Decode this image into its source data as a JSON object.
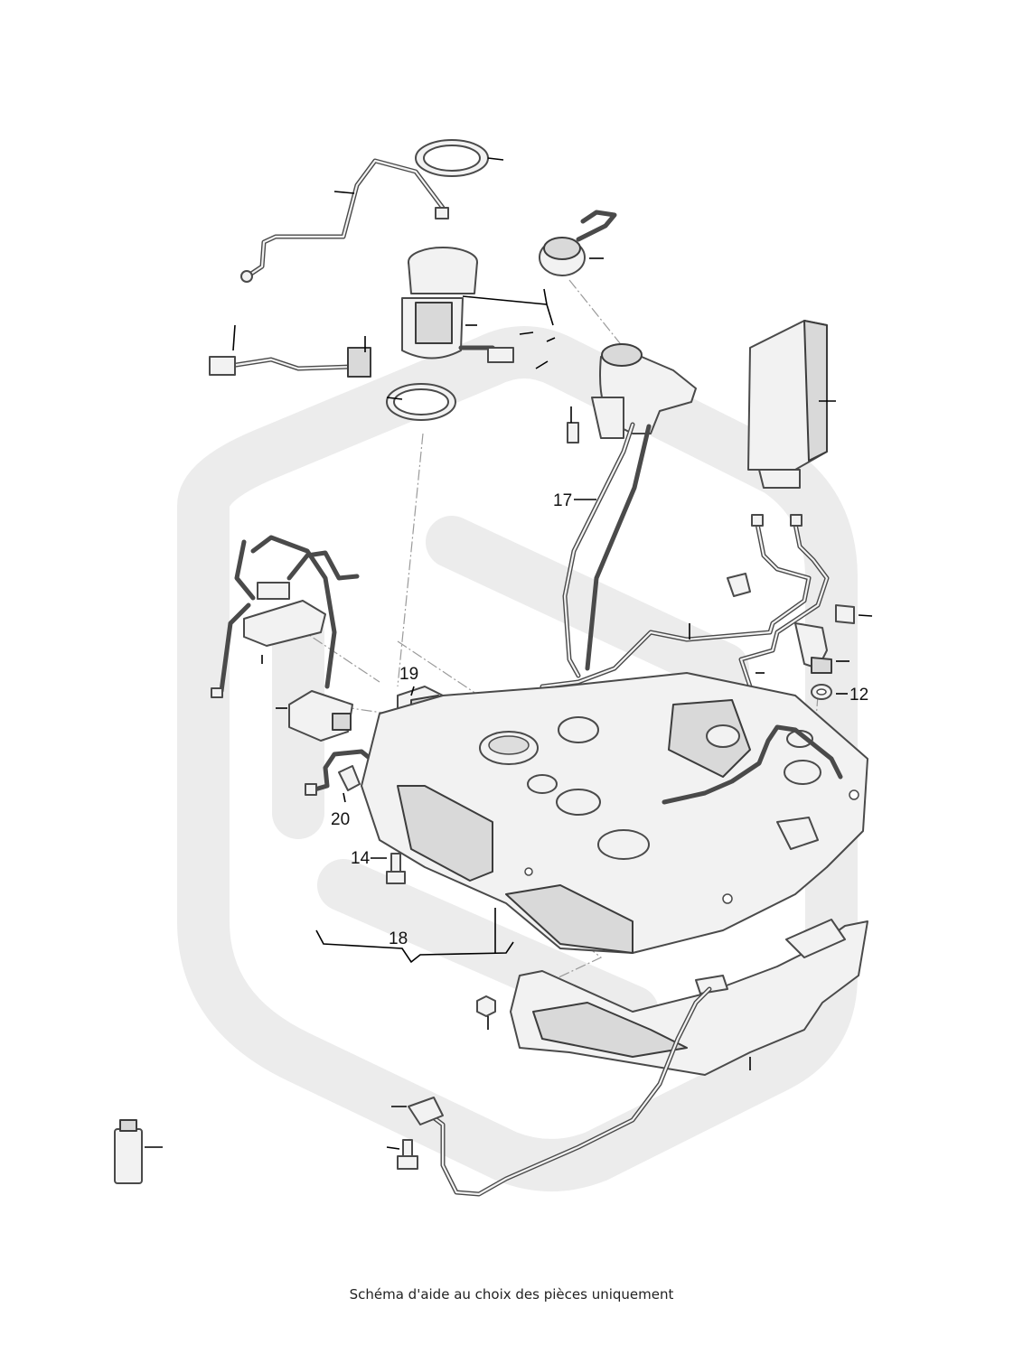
{
  "diagram": {
    "callouts": [
      {
        "id": "12",
        "label": "12"
      },
      {
        "id": "14",
        "label": "14"
      },
      {
        "id": "17",
        "label": "17"
      },
      {
        "id": "18",
        "label": "18"
      },
      {
        "id": "19",
        "label": "19"
      },
      {
        "id": "20",
        "label": "20"
      }
    ],
    "watermark_color": "#ececec",
    "line_color": "#4a4a4a"
  },
  "footer": {
    "caption": "Schéma d'aide au choix des pièces uniquement"
  }
}
